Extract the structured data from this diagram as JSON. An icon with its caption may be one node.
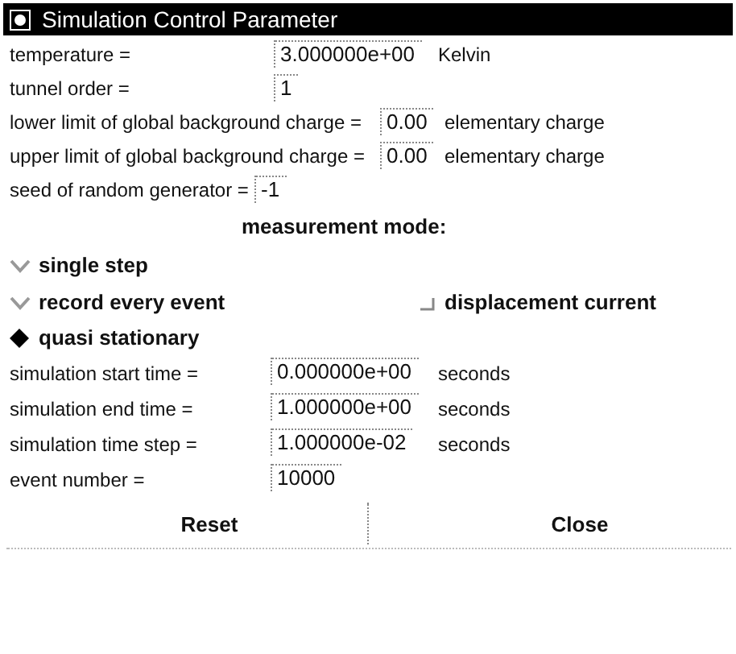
{
  "diagram": {
    "title": "Simulation Control Parameter",
    "labels": [
      "temperature =",
      "3.000000e+00",
      "Kelvin",
      "tunnel order =",
      "1",
      "lower limit of global background charge =",
      "0.00",
      "elementary charge",
      "upper limit of global background charge =",
      "0.00",
      "elementary charge",
      "seed of random generator =",
      "-1",
      "measurement mode:",
      "single step",
      "record every event",
      "displacement current",
      "quasi stationary",
      "simulation start time =",
      "0.000000e+00",
      "seconds",
      "simulation end time =",
      "1.000000e+00",
      "seconds",
      "simulation time step =",
      "1.000000e-02",
      "seconds",
      "event number =",
      "10000",
      "Reset",
      "Close"
    ]
  }
}
